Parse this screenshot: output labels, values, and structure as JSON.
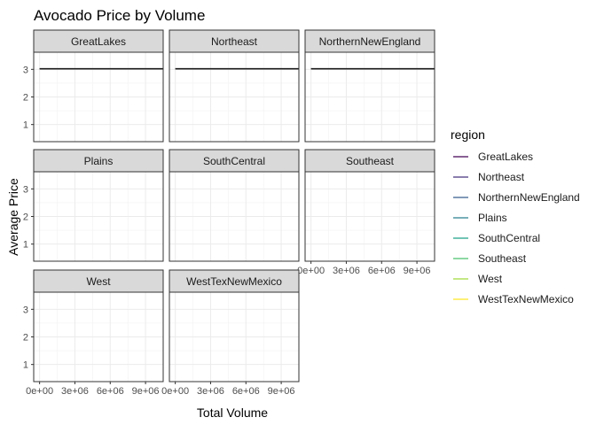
{
  "chart_data": {
    "type": "line",
    "title": "Avocado Price by Volume",
    "xlabel": "Total Volume",
    "ylabel": "Average Price",
    "facets": [
      "GreatLakes",
      "Northeast",
      "NorthernNewEngland",
      "Plains",
      "SouthCentral",
      "Southeast",
      "West",
      "WestTexNewMexico"
    ],
    "facet_columns": 3,
    "x_ticks": [
      "0e+00",
      "3e+06",
      "6e+06",
      "9e+06"
    ],
    "x_tick_values": [
      0,
      3000000,
      6000000,
      9000000
    ],
    "xlim": [
      -500000,
      10500000
    ],
    "y_ticks": [
      "1",
      "2",
      "3"
    ],
    "y_tick_values": [
      1,
      2,
      3
    ],
    "ylim": [
      0.38,
      3.62
    ],
    "grid": true,
    "legend": {
      "title": "region",
      "placement": "right",
      "entries": [
        {
          "name": "GreatLakes",
          "color": "#440154"
        },
        {
          "name": "Northeast",
          "color": "#46337E"
        },
        {
          "name": "NorthernNewEngland",
          "color": "#365C8D"
        },
        {
          "name": "Plains",
          "color": "#277F8E"
        },
        {
          "name": "SouthCentral",
          "color": "#1FA187"
        },
        {
          "name": "Southeast",
          "color": "#4AC16D"
        },
        {
          "name": "West",
          "color": "#9FDA3A"
        },
        {
          "name": "WestTexNewMexico",
          "color": "#FDE725"
        }
      ]
    },
    "series": [
      {
        "name": "GreatLakes",
        "x": [
          0,
          10500000
        ],
        "y": [
          3.02,
          3.02
        ]
      },
      {
        "name": "Northeast",
        "x": [
          0,
          10500000
        ],
        "y": [
          3.02,
          3.02
        ]
      },
      {
        "name": "NorthernNewEngland",
        "x": [
          0,
          10500000
        ],
        "y": [
          3.02,
          3.02
        ]
      }
    ]
  }
}
